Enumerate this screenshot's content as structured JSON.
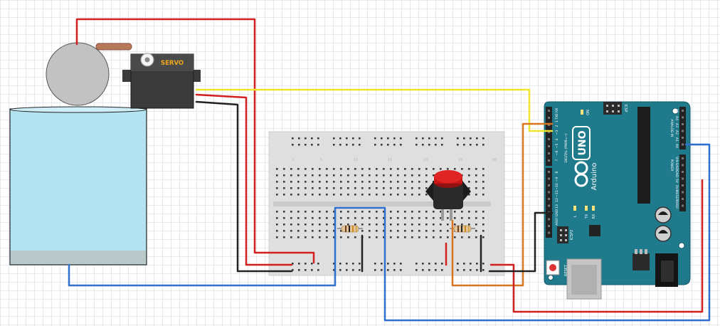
{
  "servo": {
    "label": "SERVO"
  },
  "arduino": {
    "model": "UNO",
    "brand": "Arduino",
    "reset_label": "RESET",
    "icsp_label": "ICSP",
    "icsp2_label": "ICSP2",
    "on_label": "ON",
    "led_l_label": "L",
    "tx_label": "TX",
    "rx_label": "RX",
    "digital_label": "DIGITAL (PWM=~)",
    "analog_label": "ANALOG IN",
    "power_label": "POWER",
    "digital_pins": [
      "0 RX",
      "1 TX",
      "2",
      "~3",
      "4",
      "~5",
      "~6",
      "7",
      "8",
      "~9",
      "~10",
      "~11",
      "12",
      "13",
      "GND",
      "AREF"
    ],
    "analog_pins": [
      "A5",
      "A4",
      "A3",
      "A2",
      "A1",
      "A0"
    ],
    "power_pins": [
      "VIN",
      "GND",
      "GND",
      "5V",
      "3V3",
      "RESET",
      "IOREF"
    ]
  },
  "breadboard": {
    "column_numbers": [
      "1",
      "5",
      "10",
      "15",
      "20",
      "25",
      "30"
    ]
  },
  "colors": {
    "red_wire": "#d21f1f",
    "black_wire": "#222222",
    "yellow_wire": "#f0e52a",
    "blue_wire": "#2f6fd0",
    "orange_wire": "#d8751e",
    "arduino_board": "#1f7a8c",
    "water": "#b3e3f1"
  }
}
